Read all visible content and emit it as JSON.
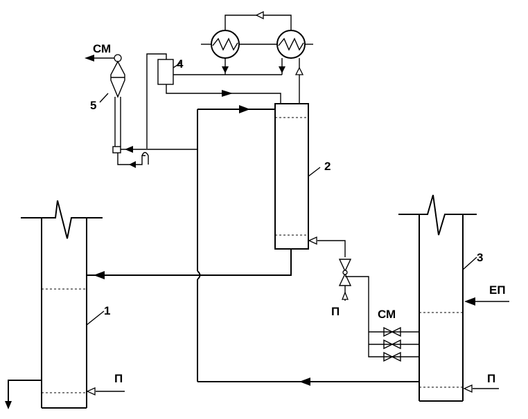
{
  "labels": {
    "cm_top": "СМ",
    "cm_mid": "СМ",
    "n1": "1",
    "n2": "2",
    "n3": "3",
    "n4": "4",
    "n5": "5",
    "p_left": "П",
    "p_mid": "П",
    "p_right": "П",
    "ep": "ЕП"
  },
  "colors": {
    "line": "#000000",
    "background": "#ffffff"
  }
}
